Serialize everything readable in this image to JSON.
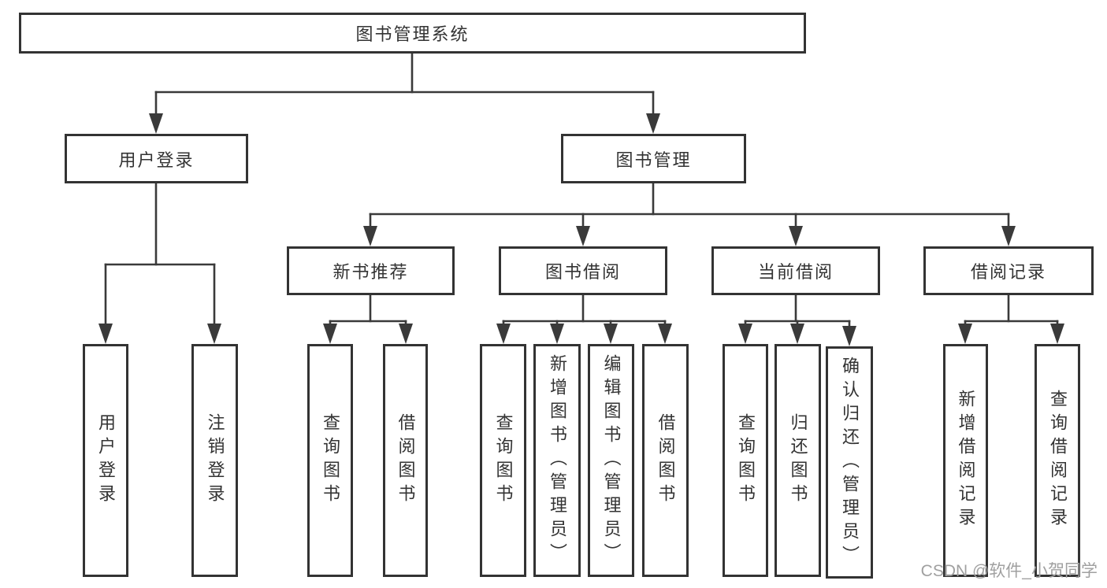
{
  "colors": {
    "line": "#3a3a3a",
    "box_border": "#333333",
    "text": "#333333",
    "watermark": "#a0a0a0"
  },
  "tree": {
    "root": "图书管理系统",
    "branches": [
      {
        "label": "用户登录",
        "children": [
          "用户登录",
          "注销登录"
        ]
      },
      {
        "label": "图书管理",
        "modules": [
          {
            "label": "新书推荐",
            "children": [
              "查询图书",
              "借阅图书"
            ]
          },
          {
            "label": "图书借阅",
            "children": [
              "查询图书",
              "新增图书（管理员）",
              "编辑图书（管理员）",
              "借阅图书"
            ]
          },
          {
            "label": "当前借阅",
            "children": [
              "查询图书",
              "归还图书",
              "确认归还（管理员）"
            ]
          },
          {
            "label": "借阅记录",
            "children": [
              "新增借阅记录",
              "查询借阅记录"
            ]
          }
        ]
      }
    ]
  },
  "watermark": {
    "text": "CSDN @软件_小贺同学"
  }
}
